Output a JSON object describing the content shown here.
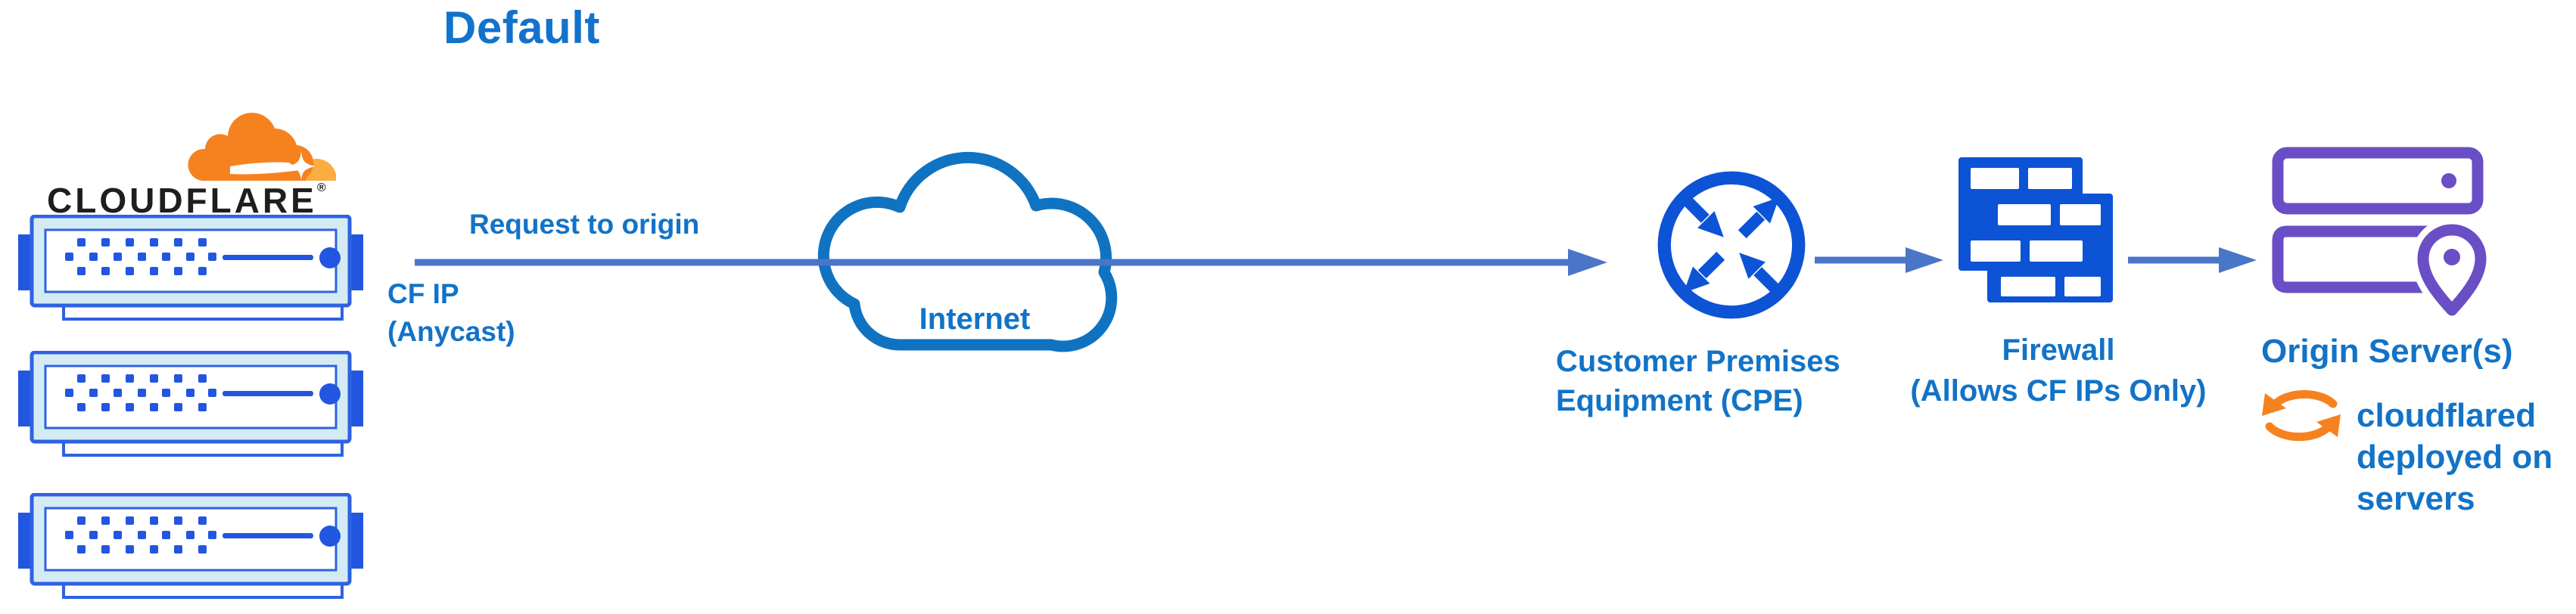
{
  "title": "Default",
  "colors": {
    "text_blue": "#1273C7",
    "title_blue": "#1272CC",
    "line_blue": "#4A76C8",
    "icon_blue": "#0D53D6",
    "cloud_blue": "#0F73C2",
    "purple": "#6A4EC5",
    "orange": "#F6821F",
    "orange_light": "#FBAD41",
    "brand_dark": "#1E1E1E",
    "rack_border": "#2E62E2",
    "rack_fill": "#D5EBF4",
    "rack_solid": "#2356E0"
  },
  "brand": {
    "name": "CLOUDFLARE",
    "registered_mark": "®"
  },
  "edge_labels": {
    "request_to_origin": "Request to origin",
    "cf_ip_line1": "CF IP",
    "cf_ip_line2": "(Anycast)"
  },
  "nodes": {
    "internet": {
      "label": "Internet"
    },
    "cpe": {
      "label_line1": "Customer Premises",
      "label_line2": "Equipment (CPE)"
    },
    "firewall": {
      "label_line1": "Firewall",
      "label_line2": "(Allows CF IPs Only)"
    },
    "origin": {
      "label": "Origin Server(s)"
    },
    "cloudflared_note": {
      "line1": "cloudflared",
      "line2": "deployed on",
      "line3": "servers"
    }
  },
  "icons": {
    "cloudflare_logo": "orange cloud logo",
    "server_rack": "edge server rack",
    "internet_cloud": "internet cloud outline",
    "cpe": "router with four arrows in circle",
    "firewall": "brick wall",
    "origin_servers": "stacked servers with location pin",
    "cloudflared": "orange sync arrows"
  }
}
